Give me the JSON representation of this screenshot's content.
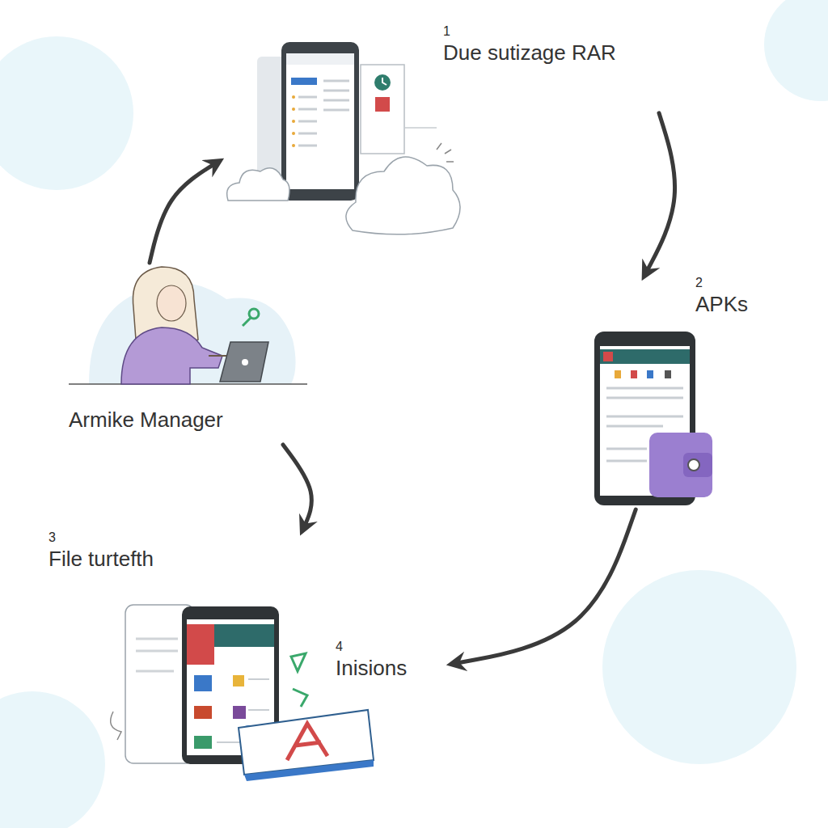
{
  "diagram": {
    "nodes": [
      {
        "text": [
          "1",
          "Due sutizage RAR"
        ]
      },
      {
        "text": [
          "2",
          "APKs"
        ]
      },
      {
        "text": [
          "3",
          "File turtefth"
        ]
      },
      {
        "text": [
          "4",
          "Inisions"
        ]
      },
      {
        "text": [
          "Armike Manager"
        ]
      }
    ],
    "edges": [
      {
        "from": 4,
        "to": 0,
        "arrow": "to"
      },
      {
        "from": 0,
        "to": 1,
        "arrow": "to"
      },
      {
        "from": 1,
        "to": 3,
        "arrow": "to"
      },
      {
        "from": 4,
        "to": 2,
        "arrow": "to"
      }
    ]
  }
}
